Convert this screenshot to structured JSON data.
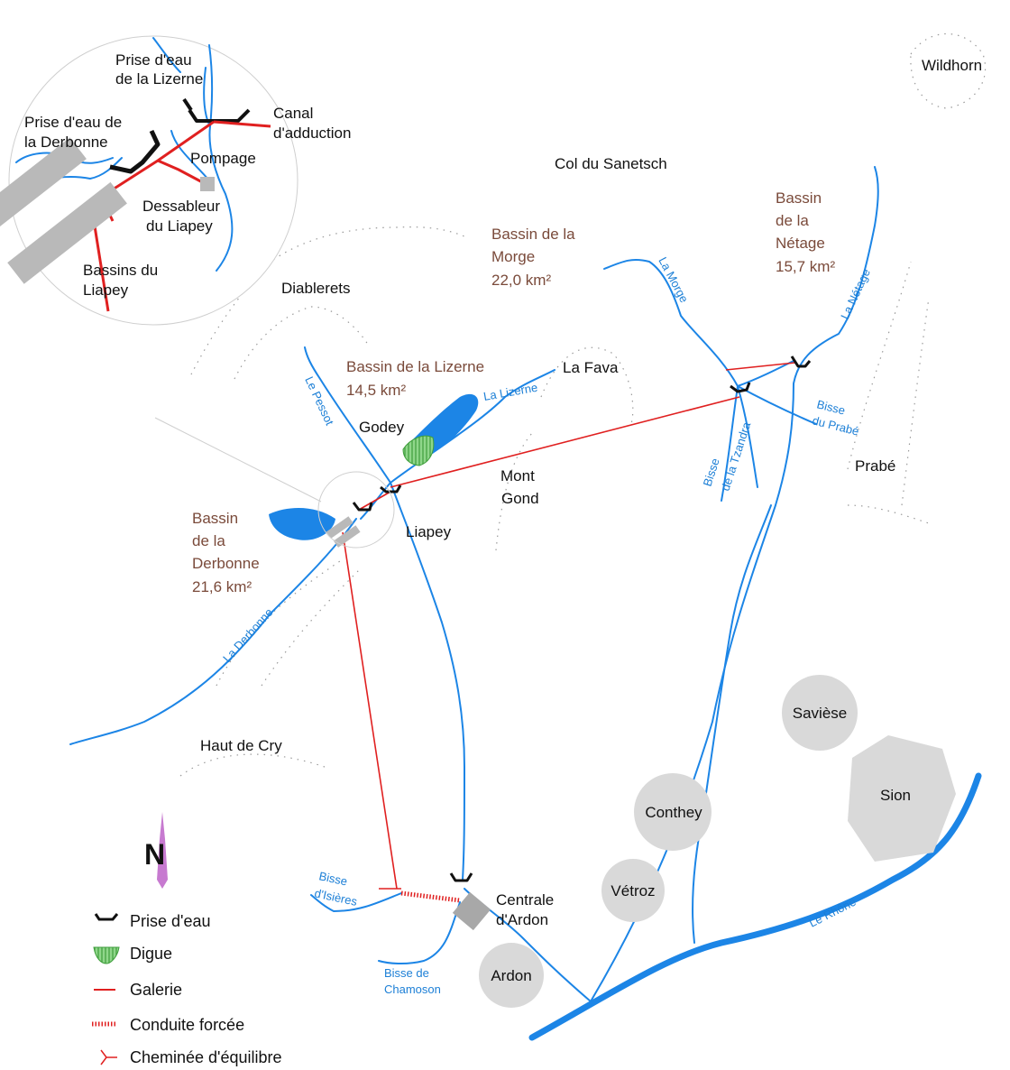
{
  "places": {
    "wildhorn": "Wildhorn",
    "col_sanetsch": "Col du Sanetsch",
    "diablerets": "Diablerets",
    "la_fava": "La Fava",
    "godey": "Godey",
    "mont_gond_1": "Mont",
    "mont_gond_2": "Gond",
    "liapey": "Liapey",
    "prabe": "Prabé",
    "haut_de_cry": "Haut de Cry",
    "saviese": "Savièse",
    "sion": "Sion",
    "conthey": "Conthey",
    "vetroz": "Vétroz",
    "ardon": "Ardon",
    "centrale_1": "Centrale",
    "centrale_2": "d'Ardon"
  },
  "basins": {
    "morge": {
      "l1": "Bassin de la",
      "l2": "Morge",
      "area": "22,0 km²"
    },
    "netage": {
      "l1": "Bassin",
      "l2": "de la",
      "l3": "Nétage",
      "area": "15,7 km²"
    },
    "lizerne": {
      "l1": "Bassin de la Lizerne",
      "area": "14,5 km²"
    },
    "derbonne": {
      "l1": "Bassin",
      "l2": "de la",
      "l3": "Derbonne",
      "area": "21,6 km²"
    }
  },
  "rivers": {
    "morge": "La Morge",
    "netage": "La Nétage",
    "lizerne": "La Lizerne",
    "pessot": "Le Pessot",
    "derbonne": "La Derbonne",
    "rhone": "Le Rhône",
    "bisse_prabe_1": "Bisse",
    "bisse_prabe_2": "du Prabé",
    "bisse_tzandra_1": "Bisse",
    "bisse_tzandra_2": "de la Tzandra",
    "bisse_isieres_1": "Bisse",
    "bisse_isieres_2": "d'Isières",
    "bisse_chamoson_1": "Bisse de",
    "bisse_chamoson_2": "Chamoson"
  },
  "inset": {
    "prise_lizerne_1": "Prise d'eau",
    "prise_lizerne_2": "de la Lizerne",
    "prise_derbonne_1": "Prise d'eau de",
    "prise_derbonne_2": "la Derbonne",
    "canal_1": "Canal",
    "canal_2": "d'adduction",
    "pompage": "Pompage",
    "dessableur_1": "Dessableur",
    "dessableur_2": "du Liapey",
    "bassins_1": "Bassins du",
    "bassins_2": "Liapey"
  },
  "north": "N",
  "legend": {
    "prise": "Prise d'eau",
    "digue": "Digue",
    "galerie": "Galerie",
    "conduite": "Conduite forcée",
    "cheminee": "Cheminée d'équilibre"
  },
  "colors": {
    "water": "#1c85e6",
    "tunnel": "#e02020",
    "intake": "#111111",
    "dam": "#6cc46a",
    "town": "#d9d9d9",
    "basin_label": "#7a4a3a",
    "north_arrow": "#c77ad0"
  }
}
